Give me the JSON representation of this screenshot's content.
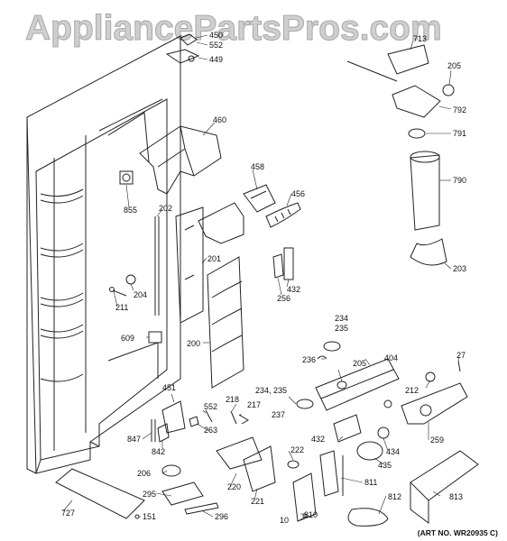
{
  "watermark": "AppliancePartsPros.com",
  "art_number": "(ART NO. WR20935 C)",
  "callouts": {
    "c450": "450",
    "c552a": "552",
    "c449": "449",
    "c460": "460",
    "c458": "458",
    "c456": "456",
    "c855": "855",
    "c202": "202",
    "c201": "201",
    "c204": "204",
    "c211": "211",
    "c432a": "432",
    "c256": "256",
    "c609": "609",
    "c200": "200",
    "c234": "234",
    "c235": "235",
    "c236": "236",
    "c205b": "205",
    "c404": "404",
    "c27": "27",
    "c234_235": "234, 235",
    "c237": "237",
    "c212": "212",
    "c451": "451",
    "c218": "218",
    "c217": "217",
    "c552b": "552",
    "c263": "263",
    "c847": "847",
    "c842": "842",
    "c432b": "432",
    "c434": "434",
    "c259": "259",
    "c222": "222",
    "c435": "435",
    "c206": "206",
    "c220": "220",
    "c221": "221",
    "c811": "811",
    "c295": "295",
    "c727": "727",
    "c812": "812",
    "c813": "813",
    "c296": "296",
    "c151": "151",
    "c810": "810",
    "c10": "10",
    "c713": "713",
    "c205a": "205",
    "c792": "792",
    "c791": "791",
    "c790": "790",
    "c203": "203"
  }
}
